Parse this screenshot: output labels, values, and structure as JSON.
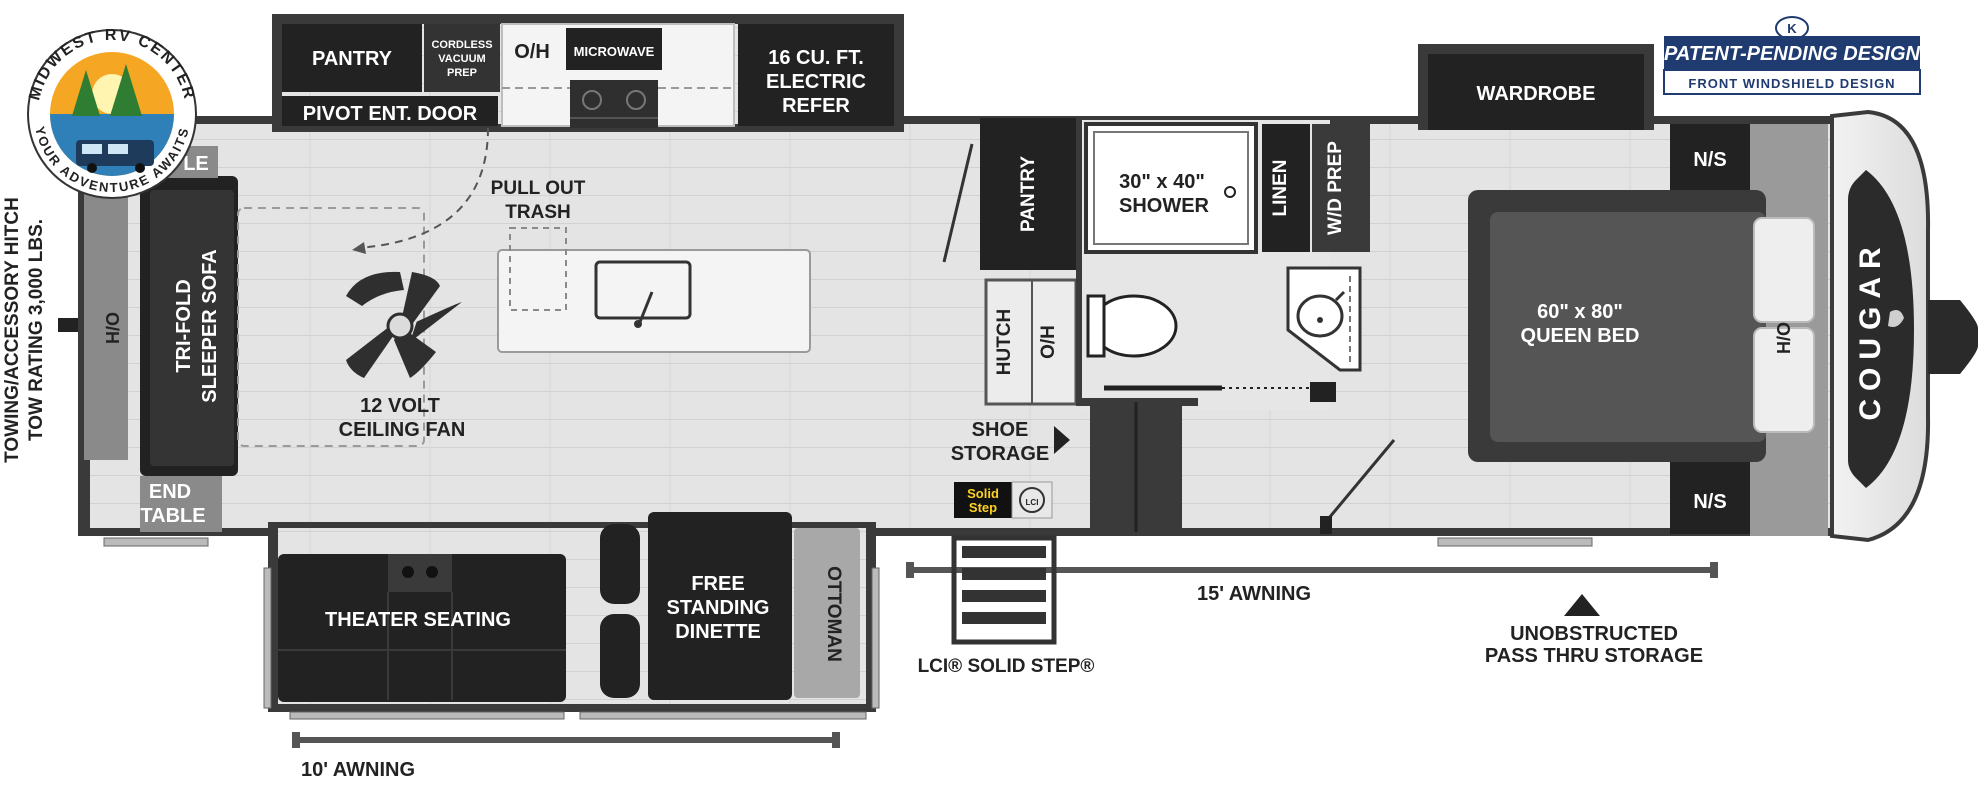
{
  "logo": {
    "top_text": "MIDWEST RV CENTER",
    "bottom_text": "YOUR ADVENTURE AWAITS"
  },
  "badge": {
    "brand_letter": "K",
    "title": "PATENT-PENDING DESIGN",
    "subtitle": "FRONT WINDSHIELD DESIGN"
  },
  "brand_name": "COUGAR",
  "labels": {
    "pantry_top": "PANTRY",
    "cordless_vacuum_1": "CORDLESS",
    "cordless_vacuum_2": "VACUUM",
    "cordless_vacuum_3": "PREP",
    "overhead_kitchen": "O/H",
    "microwave": "MICROWAVE",
    "refer_1": "16 CU. FT.",
    "refer_2": "ELECTRIC",
    "refer_3": "REFER",
    "pivot_door": "PIVOT ENT. DOOR",
    "trash_1": "PULL OUT",
    "trash_2": "TRASH",
    "fan_1": "12 VOLT",
    "fan_2": "CEILING FAN",
    "end_table_top": "LE",
    "end_table_1": "END",
    "end_table_2": "TABLE",
    "overhead_rear": "O/H",
    "sofa_1": "TRI-FOLD",
    "sofa_2": "SLEEPER SOFA",
    "hitch_1": "TOWING/ACCESSORY HITCH",
    "hitch_2": "TOW RATING 3,000 LBS.",
    "pantry_mid": "PANTRY",
    "hutch": "HUTCH",
    "overhead_hutch": "O/H",
    "shoe_1": "SHOE",
    "shoe_2": "STORAGE",
    "solid_step_badge_1": "Solid",
    "solid_step_badge_2": "Step",
    "lci_badge": "LCI",
    "shower_1": "30\" x 40\"",
    "shower_2": "SHOWER",
    "linen": "LINEN",
    "wd_prep": "W/D PREP",
    "wardrobe": "WARDROBE",
    "ns_top": "N/S",
    "ns_bottom": "N/S",
    "bed_1": "60\" x 80\"",
    "bed_2": "QUEEN BED",
    "overhead_front": "H/O",
    "theater": "THEATER SEATING",
    "dinette_1": "FREE",
    "dinette_2": "STANDING",
    "dinette_3": "DINETTE",
    "ottoman": "OTTOMAN",
    "awning_rear": "10' AWNING",
    "awning_main": "15' AWNING",
    "lci_step": "LCI® SOLID STEP®",
    "pass_thru_1": "UNOBSTRUCTED",
    "pass_thru_2": "PASS THRU STORAGE"
  }
}
